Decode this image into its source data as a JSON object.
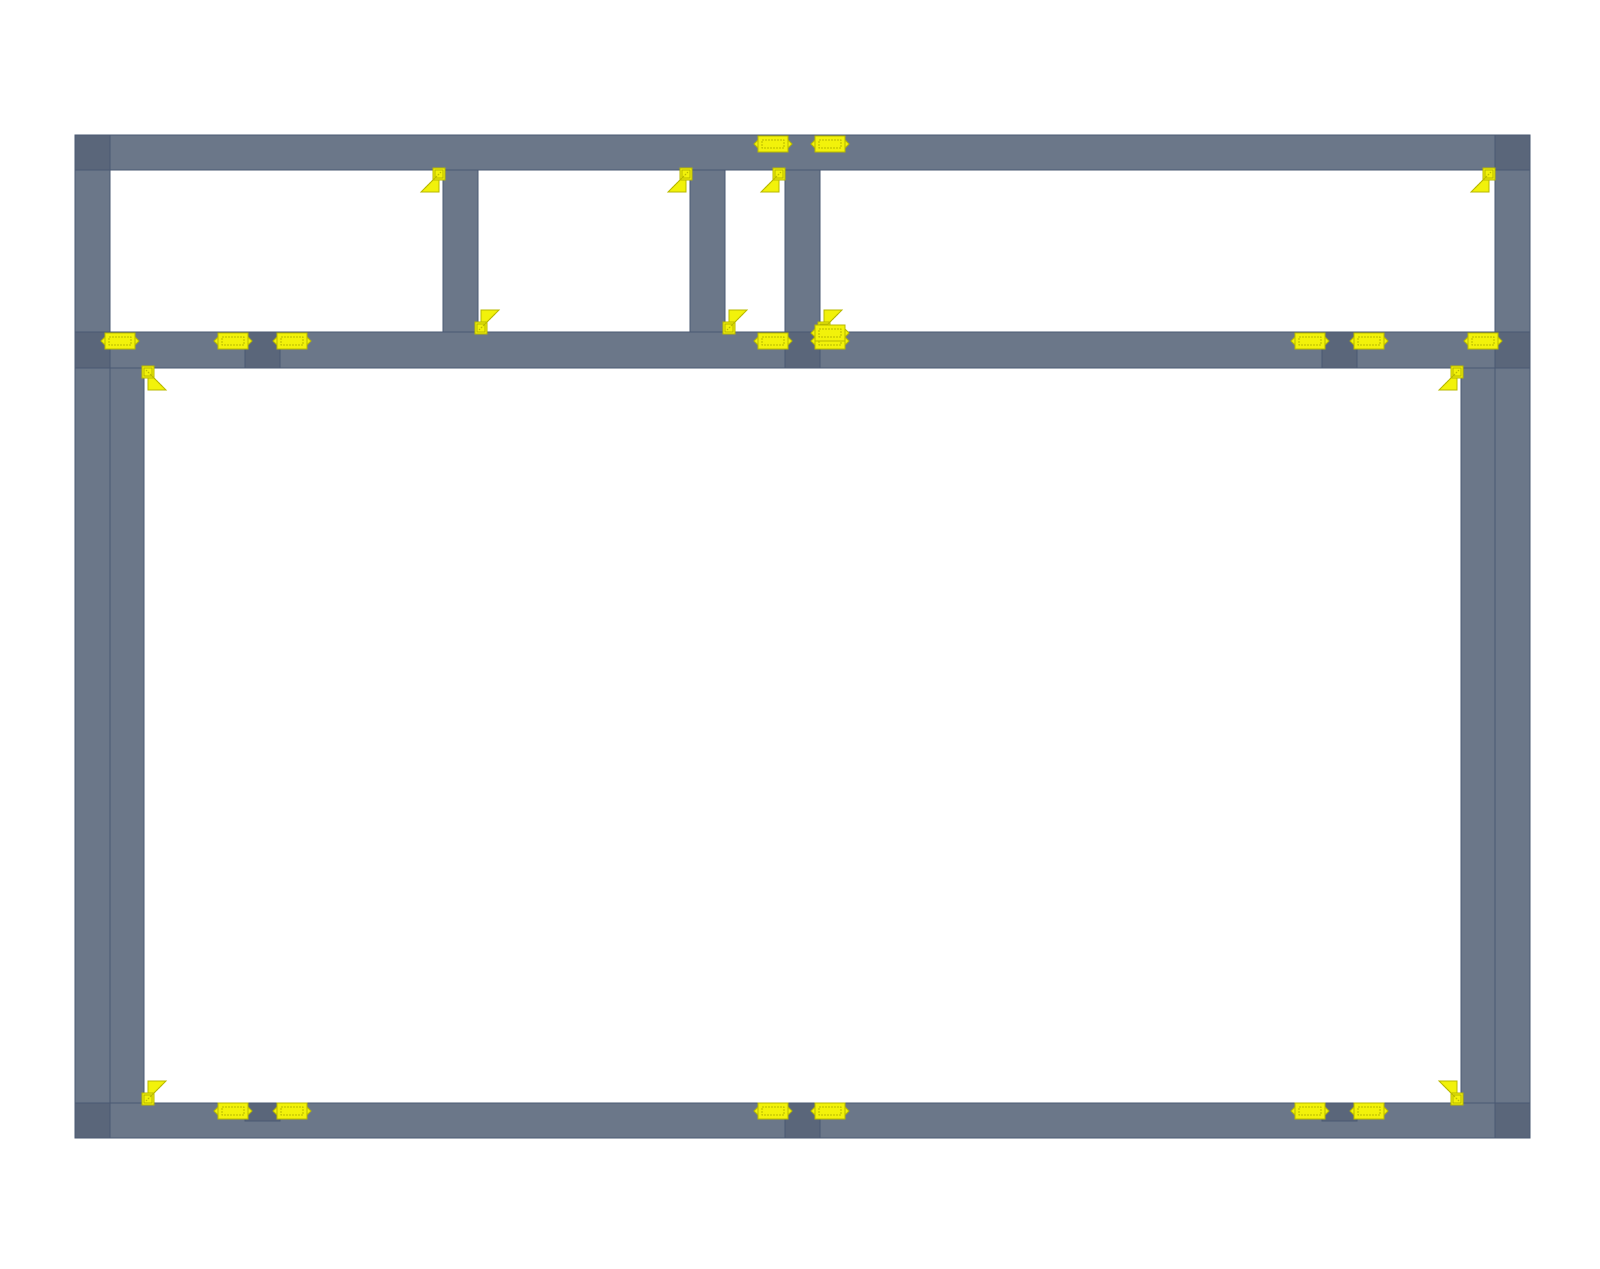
{
  "view": {
    "description_visible_text": "",
    "colors": {
      "background": "#ffffff",
      "member_fill": "#6b7789",
      "member_stroke": "#4a5872",
      "joint_fill": "#5a667a",
      "connector_fill": "#f2f20a",
      "connector_stroke": "#b8b800"
    }
  },
  "frame": {
    "members": [
      {
        "id": "top-beam",
        "kind": "beam"
      },
      {
        "id": "mid-beam",
        "kind": "beam"
      },
      {
        "id": "bottom-beam",
        "kind": "beam"
      },
      {
        "id": "left-outer-column",
        "kind": "column"
      },
      {
        "id": "right-outer-column",
        "kind": "column"
      },
      {
        "id": "left-inner-column",
        "kind": "column"
      },
      {
        "id": "right-inner-column",
        "kind": "column"
      },
      {
        "id": "upper-column-1",
        "kind": "column"
      },
      {
        "id": "upper-column-2",
        "kind": "column"
      },
      {
        "id": "upper-column-3",
        "kind": "column"
      }
    ],
    "connectors": [
      {
        "id": "top-splice-left",
        "kind": "splice-plate"
      },
      {
        "id": "top-splice-right",
        "kind": "splice-plate"
      },
      {
        "id": "knee-brace-col1-top",
        "kind": "corner-bracket"
      },
      {
        "id": "knee-brace-col2-top",
        "kind": "corner-bracket"
      },
      {
        "id": "knee-brace-col3-top",
        "kind": "corner-bracket"
      },
      {
        "id": "knee-brace-right-top",
        "kind": "corner-bracket"
      },
      {
        "id": "knee-brace-col1-bottom",
        "kind": "corner-bracket"
      },
      {
        "id": "knee-brace-col2-bottom",
        "kind": "corner-bracket"
      },
      {
        "id": "knee-brace-col3-bottom",
        "kind": "corner-bracket"
      },
      {
        "id": "mid-splice-1",
        "kind": "splice-plate"
      },
      {
        "id": "mid-splice-2",
        "kind": "splice-plate"
      },
      {
        "id": "mid-splice-3",
        "kind": "splice-plate"
      },
      {
        "id": "mid-splice-4",
        "kind": "splice-plate"
      },
      {
        "id": "mid-splice-5",
        "kind": "splice-plate"
      },
      {
        "id": "mid-splice-6",
        "kind": "splice-plate"
      },
      {
        "id": "mid-splice-7",
        "kind": "splice-plate"
      },
      {
        "id": "mid-splice-8",
        "kind": "splice-plate"
      },
      {
        "id": "mid-splice-9",
        "kind": "splice-plate"
      },
      {
        "id": "corner-bracket-lower-tl",
        "kind": "corner-bracket"
      },
      {
        "id": "corner-bracket-lower-tr",
        "kind": "corner-bracket"
      },
      {
        "id": "corner-bracket-lower-bl",
        "kind": "corner-bracket"
      },
      {
        "id": "corner-bracket-lower-br",
        "kind": "corner-bracket"
      },
      {
        "id": "bottom-splice-1",
        "kind": "splice-plate"
      },
      {
        "id": "bottom-splice-2",
        "kind": "splice-plate"
      },
      {
        "id": "bottom-splice-3",
        "kind": "splice-plate"
      },
      {
        "id": "bottom-splice-4",
        "kind": "splice-plate"
      },
      {
        "id": "bottom-splice-5",
        "kind": "splice-plate"
      },
      {
        "id": "bottom-splice-6",
        "kind": "splice-plate"
      }
    ]
  }
}
